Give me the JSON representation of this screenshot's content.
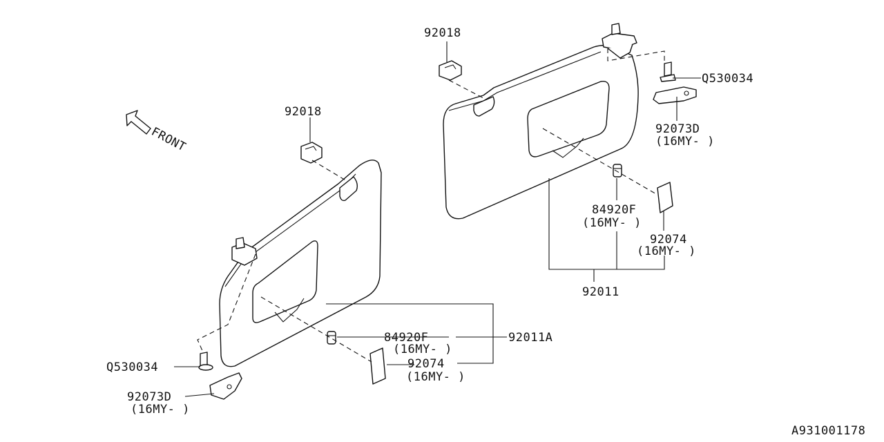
{
  "labels": {
    "front": "FRONT",
    "r_92018": "92018",
    "r_q530034": "Q530034",
    "r_92073d": "92073D",
    "r_92073d_sub": "(16MY-  )",
    "r_84920f": "84920F",
    "r_84920f_sub": "(16MY-  )",
    "r_92074": "92074",
    "r_92074_sub": "(16MY-  )",
    "r_92011": "92011",
    "l_92018": "92018",
    "l_84920f": "84920F",
    "l_84920f_sub": "(16MY-  )",
    "l_92074": "92074",
    "l_92074_sub": "(16MY-  )",
    "l_92011a": "92011A",
    "l_q530034": "Q530034",
    "l_92073d": "92073D",
    "l_92073d_sub": "(16MY-  )",
    "diagram_id": "A931001178"
  }
}
